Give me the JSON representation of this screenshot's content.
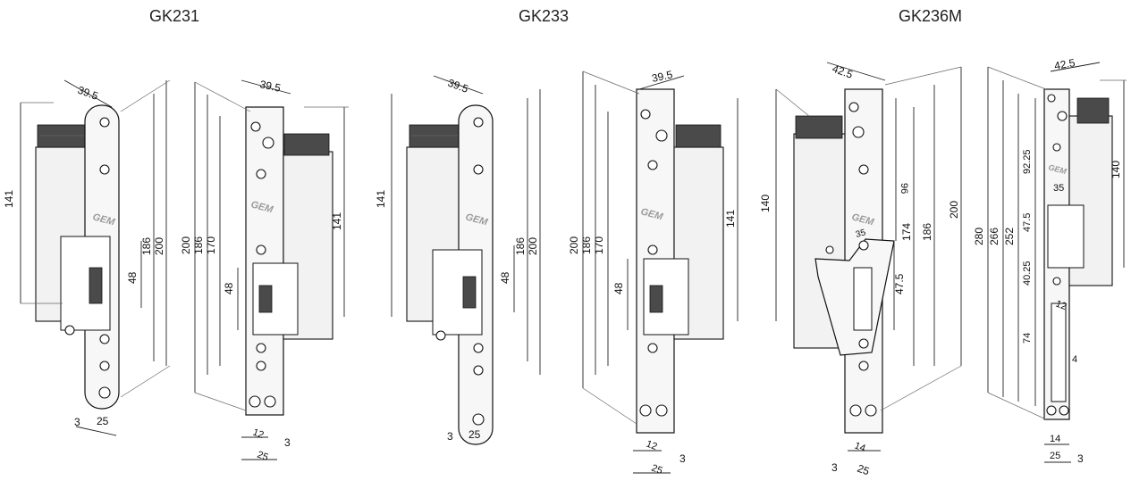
{
  "products": [
    {
      "name": "GK231"
    },
    {
      "name": "GK233"
    },
    {
      "name": "GK236M"
    }
  ],
  "brand_text": "GEM",
  "dims": {
    "gk231_front": {
      "width": "39.5",
      "height_body": "141",
      "h186": "186",
      "h200": "200",
      "h48": "48",
      "w3": "3",
      "w25": "25"
    },
    "gk231_back": {
      "width": "39.5",
      "h200": "200",
      "h186": "186",
      "h170": "170",
      "h48": "48",
      "h141": "141",
      "w12": "12",
      "w25": "25",
      "w3": "3"
    },
    "gk233_front": {
      "width": "39.5",
      "height_body": "141",
      "h186": "186",
      "h200": "200",
      "h48": "48",
      "w3": "3",
      "w25": "25"
    },
    "gk233_back": {
      "width": "39.5",
      "h200": "200",
      "h186": "186",
      "h170": "170",
      "h48": "48",
      "h141": "141",
      "w12": "12",
      "w25": "25",
      "w3": "3"
    },
    "gk236_front": {
      "width": "42.5",
      "h140": "140",
      "h96": "96",
      "h35": "35",
      "h47_5": "47.5",
      "h174": "174",
      "h186": "186",
      "h200": "200",
      "w14": "14",
      "w3": "3",
      "w25": "25"
    },
    "gk236_back": {
      "width": "42.5",
      "h280": "280",
      "h266": "266",
      "h252": "252",
      "h92_25": "92.25",
      "h35": "35",
      "h47_5": "47.5",
      "h40_25": "40.25",
      "h12": "12",
      "h74": "74",
      "h4": "4",
      "h140": "140",
      "w14": "14",
      "w25": "25",
      "w3": "3"
    }
  }
}
